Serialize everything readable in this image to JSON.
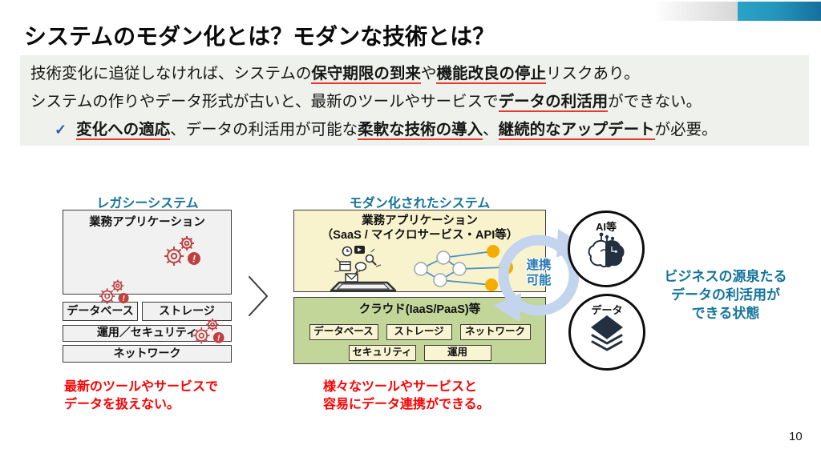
{
  "page": {
    "number": "10"
  },
  "header": {
    "title": "システムのモダン化とは？モダンな技術とは？"
  },
  "intro": {
    "check_glyph": "✓",
    "lines": [
      {
        "check": false,
        "segments": [
          {
            "t": "技術変化に追従しなければ、システムの"
          },
          {
            "t": "保守期限の到来",
            "em": true
          },
          {
            "t": "や"
          },
          {
            "t": "機能改良の停止",
            "em": true
          },
          {
            "t": "リスクあり。"
          }
        ]
      },
      {
        "check": false,
        "segments": [
          {
            "t": "システムの作りやデータ形式が古いと、最新のツールやサービスで"
          },
          {
            "t": "データの利活用",
            "em": true
          },
          {
            "t": "ができない。"
          }
        ]
      },
      {
        "check": true,
        "segments": [
          {
            "t": "変化への適応",
            "em": true
          },
          {
            "t": "、データの利活用が可能な"
          },
          {
            "t": "柔軟な技術の導入",
            "em": true
          },
          {
            "t": "、"
          },
          {
            "t": "継続的なアップデート",
            "em": true
          },
          {
            "t": "が必要。"
          }
        ]
      }
    ]
  },
  "legacy": {
    "label": "レガシーシステム",
    "app_box": "業務アプリケーション",
    "db_box": "データベース",
    "storage_box": "ストレージ",
    "ops_box": "運用／セキュリティ",
    "network_box": "ネットワーク",
    "caption_line1": "最新のツールやサービスで",
    "caption_line2": "データを扱えない。"
  },
  "modern": {
    "label": "モダン化されたシステム",
    "app_box_line1": "業務アプリケーション",
    "app_box_line2": "（SaaS / マイクロサービス・API等）",
    "cloud_box": "クラウド(IaaS/PaaS)等",
    "cloud_db": "データベース",
    "cloud_storage": "ストレージ",
    "cloud_network": "ネットワーク",
    "cloud_security": "セキュリティ",
    "cloud_ops": "運用",
    "caption_line1": "様々なツールやサービスと",
    "caption_line2": "容易にデータ連携ができる。"
  },
  "link": {
    "line1": "連携",
    "line2": "可能"
  },
  "right": {
    "ai_label": "AI等",
    "data_label": "データ",
    "benefit_line1": "ビジネスの源泉たる",
    "benefit_line2": "データの利活用が",
    "benefit_line3": "できる状態"
  },
  "icons": {
    "checkmark": "✓",
    "gear_warning": "gear-warning-icon",
    "transition_chevron": "chevron-right-icon",
    "sync_cycle": "sync-arrows-icon",
    "tablet_apps": "tablet-apps-icon",
    "service_network": "service-network-icon",
    "ai_brain": "ai-brain-icon",
    "data_layers": "data-layers-icon"
  },
  "colors": {
    "accent_teal": "#15749c",
    "caption_red": "#fe0000",
    "underline_red": "#e8392b",
    "gear_red": "#bf4040",
    "icon_navy": "#22303f",
    "link_blue": "#2779b5",
    "cycle_blue": "#c3d4ee",
    "node_orange": "#f3ad00",
    "node_line_blue": "#4a90c4",
    "legacy_gray": "#f1f1f1",
    "app_yellow": "#f8f3cd",
    "cloud_green": "#c2d69a",
    "intro_gray": "#eef1ec",
    "bar_blue_start": "#2ba3c6",
    "bar_blue_end": "#156f9d"
  }
}
